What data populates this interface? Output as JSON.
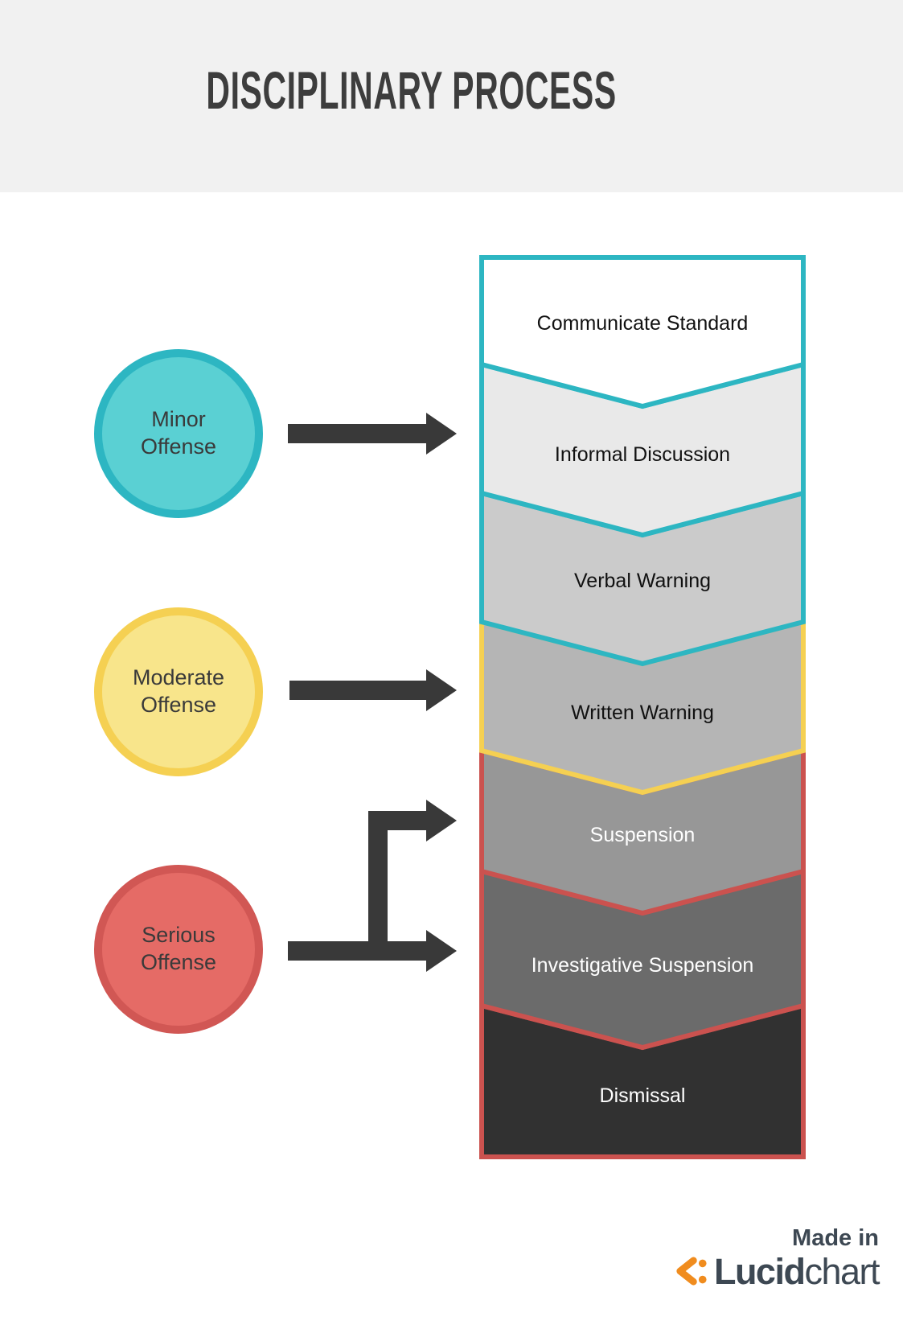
{
  "header": {
    "title": "DISCIPLINARY PROCESS",
    "band_color": "#f1f1f1",
    "title_color": "#3d3d3d"
  },
  "offenses": [
    {
      "line1": "Minor",
      "line2": "Offense",
      "fill": "#5ad0d3",
      "border": "#2db6c2"
    },
    {
      "line1": "Moderate",
      "line2": "Offense",
      "fill": "#f8e58b",
      "border": "#f5d052"
    },
    {
      "line1": "Serious",
      "line2": "Offense",
      "fill": "#e56b66",
      "border": "#d15754"
    }
  ],
  "steps": [
    {
      "label": "Communicate Standard",
      "fill": "#ffffff",
      "border": "#2db6c2",
      "text_color": "#111111"
    },
    {
      "label": "Informal Discussion",
      "fill": "#e9e9e9",
      "border": "#2db6c2",
      "text_color": "#111111"
    },
    {
      "label": "Verbal Warning",
      "fill": "#cbcbcb",
      "border": "#2db6c2",
      "text_color": "#111111"
    },
    {
      "label": "Written Warning",
      "fill": "#b5b5b5",
      "border": "#f5d052",
      "text_color": "#111111"
    },
    {
      "label": "Suspension",
      "fill": "#979797",
      "border": "#cb524f",
      "text_color": "#ffffff"
    },
    {
      "label": "Investigative Suspension",
      "fill": "#6b6b6b",
      "border": "#cb524f",
      "text_color": "#ffffff"
    },
    {
      "label": "Dismissal",
      "fill": "#313131",
      "border": "#cb524f",
      "text_color": "#ffffff"
    }
  ],
  "arrows": {
    "color": "#393939"
  },
  "footer": {
    "made_in": "Made in",
    "brand_bold": "Lucid",
    "brand_regular": "chart",
    "icon_color": "#f08c1e",
    "text_color": "#3d4853"
  }
}
